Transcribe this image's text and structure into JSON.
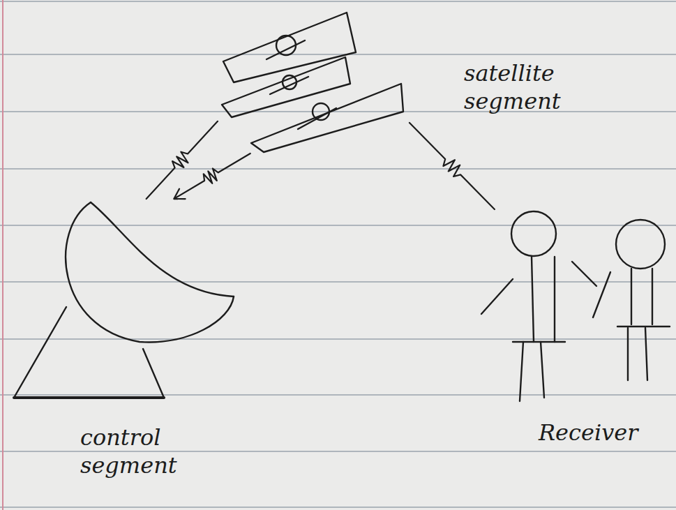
{
  "diagram": {
    "nodes": [
      {
        "text": [
          "satellite segment"
        ]
      },
      {
        "text": [
          "control segment"
        ]
      },
      {
        "text": [
          "Receiver"
        ]
      }
    ],
    "edges": [
      {
        "from": 0,
        "to": 1,
        "arrow": "none"
      },
      {
        "from": 0,
        "to": 1,
        "arrow": "to"
      },
      {
        "from": 0,
        "to": 2,
        "arrow": "none"
      }
    ]
  }
}
